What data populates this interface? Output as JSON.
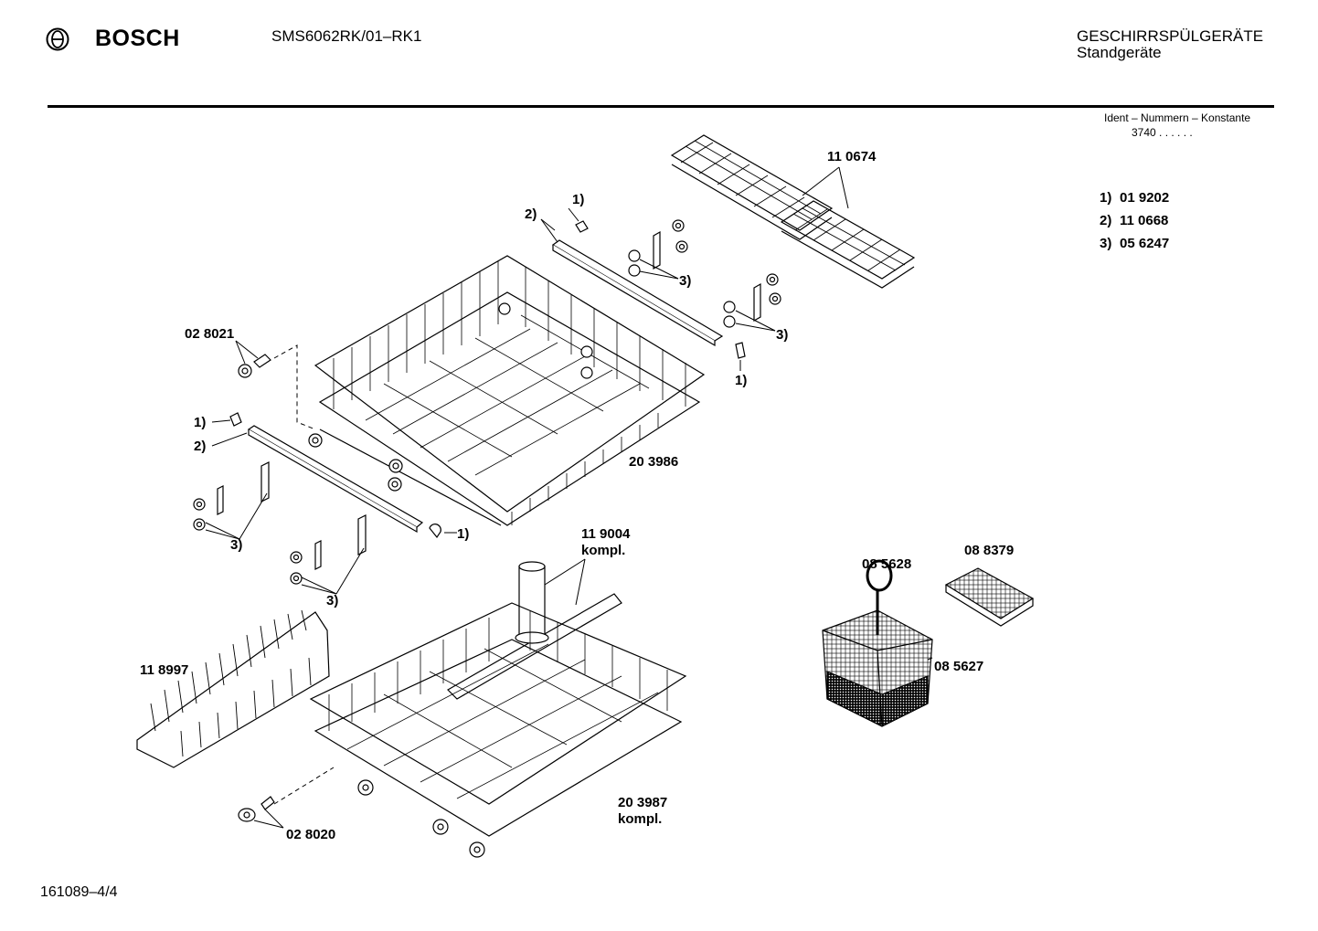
{
  "header": {
    "brand": "BOSCH",
    "model": "SMS6062RK/01–RK1",
    "category": "GESCHIRRSPÜLGERÄTE",
    "subcategory": "Standgeräte",
    "ident_label": "Ident – Nummern – Konstante",
    "ident_value": "3740  .  .    .  .  .  ."
  },
  "legend": [
    {
      "key": "1)",
      "value": "01 9202"
    },
    {
      "key": "2)",
      "value": "11 0668"
    },
    {
      "key": "3)",
      "value": "05 6247"
    }
  ],
  "part_labels": {
    "p110674": "11 0674",
    "p028021": "02 8021",
    "p203986": "20 3986",
    "p119004_a": "11 9004",
    "p119004_b": "kompl.",
    "p118997": "11 8997",
    "p028020": "02 8020",
    "p203987_a": "20 3987",
    "p203987_b": "kompl.",
    "p085628": "08 5628",
    "p088379": "08 8379",
    "p085627": "08 5627"
  },
  "callouts": {
    "c1_top": "1)",
    "c2_top": "2)",
    "c3_a": "3)",
    "c3_b": "3)",
    "c1_right": "1)",
    "c1_left": "1)",
    "c2_left": "2)",
    "c1_bottom": "1)",
    "c3_left_a": "3)",
    "c3_left_b": "3)"
  },
  "footer": {
    "doc_id": "161089–4/4"
  }
}
